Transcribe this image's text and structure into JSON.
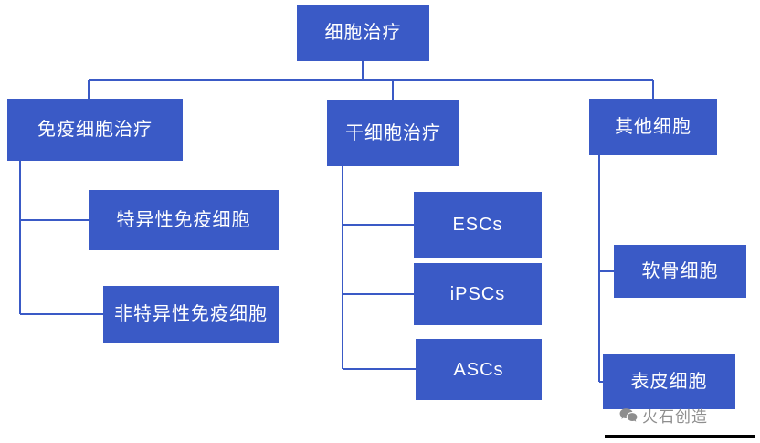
{
  "diagram": {
    "root": {
      "label": "细胞治疗"
    },
    "branches": [
      {
        "label": "免疫细胞治疗",
        "children": [
          {
            "label": "特异性免疫细胞"
          },
          {
            "label": "非特异性免疫细胞"
          }
        ]
      },
      {
        "label": "干细胞治疗",
        "children": [
          {
            "label": "ESCs"
          },
          {
            "label": "iPSCs"
          },
          {
            "label": "ASCs"
          }
        ]
      },
      {
        "label": "其他细胞",
        "children": [
          {
            "label": "软骨细胞"
          },
          {
            "label": "表皮细胞"
          }
        ]
      }
    ]
  },
  "watermark": {
    "text": "火石创造",
    "icon": "wechat-icon"
  },
  "colors": {
    "background": "#ffffff",
    "box_fill": "#3a5ac6",
    "box_text": "#ffffff",
    "line": "#3a5ac6",
    "watermark_text": "#8e8e8e",
    "bottom_bar": "#000000"
  }
}
